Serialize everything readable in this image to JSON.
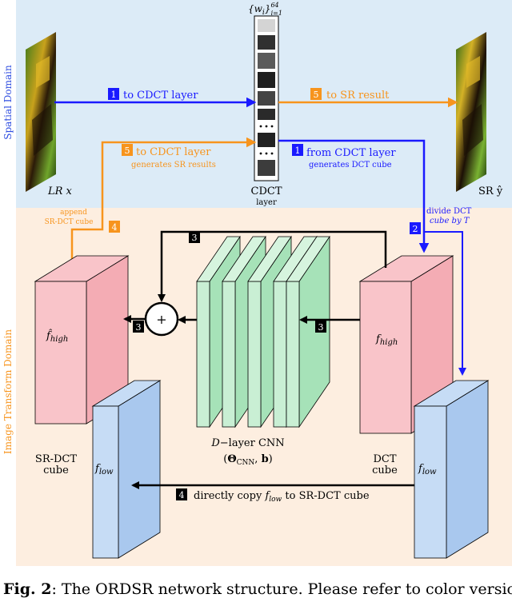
{
  "domains": {
    "spatial": "Spatial Domain",
    "transform": "Image Transform Domain"
  },
  "images": {
    "lr_label": "LR x",
    "sr_label": "SR ŷ"
  },
  "cdct": {
    "title": "CDCT",
    "subtitle": "layer",
    "weights": "{w_i}_{i=1}^{64}"
  },
  "steps": {
    "s1_to": {
      "num": "1",
      "text": "to CDCT layer"
    },
    "s1_from": {
      "num": "1",
      "text": "from CDCT layer",
      "sub": "generates DCT cube"
    },
    "s5_to_sr": {
      "num": "5",
      "text": "to SR result"
    },
    "s5_to_cdct": {
      "num": "5",
      "text": "to CDCT layer",
      "sub": "generates SR results"
    },
    "s2": {
      "num": "2",
      "line1": "divide DCT",
      "line2": "cube by T"
    },
    "s4_append": {
      "num": "4",
      "line1": "append",
      "line2": "SR-DCT cube"
    },
    "s3_top": {
      "num": "3"
    },
    "s3_left": {
      "num": "3"
    },
    "s3_right": {
      "num": "3"
    },
    "s4_copy": {
      "num": "4",
      "text": "directly copy f_low to SR-DCT cube"
    }
  },
  "cubes": {
    "sr_dct_high": "f̂_high",
    "sr_dct_low": "f_low",
    "sr_dct_label1": "SR-DCT",
    "sr_dct_label2": "cube",
    "dct_high": "f_high",
    "dct_low": "f_low",
    "dct_label1": "DCT",
    "dct_label2": "cube"
  },
  "cnn": {
    "line1": "D−layer CNN",
    "line2": "(Θ_CNN, b)",
    "plus": "+"
  },
  "caption": {
    "fig": "Fig. 2",
    "text": ": The ORDSR network structure. Please refer to color version"
  },
  "colors": {
    "spatial_bg": "#dcebf7",
    "transform_bg": "#fdeee0",
    "blue": "#1a1aff",
    "orange": "#f7941d",
    "pink": "#f9c4c9",
    "light_blue": "#c6dcf5",
    "green": "#c9efd4"
  }
}
